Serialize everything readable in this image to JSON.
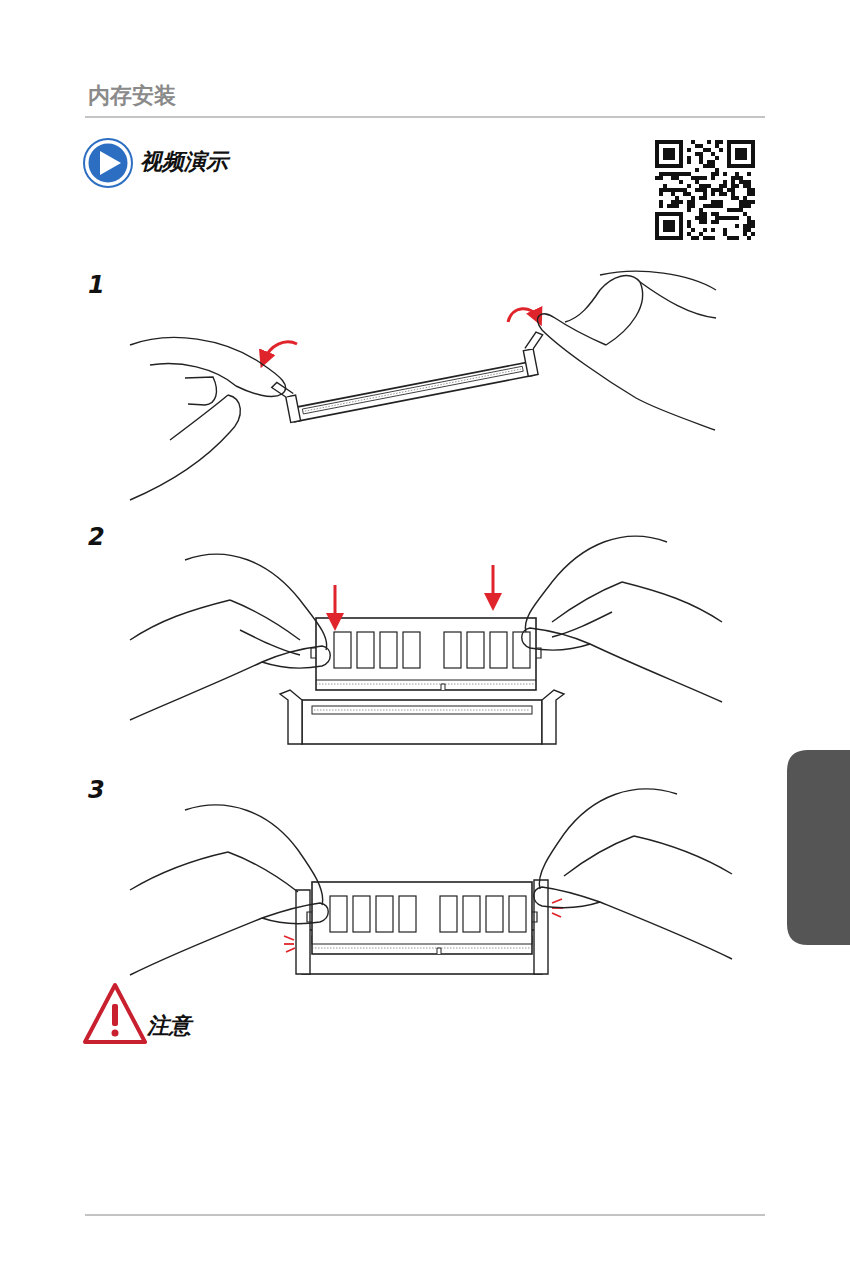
{
  "diagram": {
    "title": "内存安装",
    "labels": [
      "视频演示",
      "1",
      "2",
      "3",
      "注意"
    ]
  }
}
